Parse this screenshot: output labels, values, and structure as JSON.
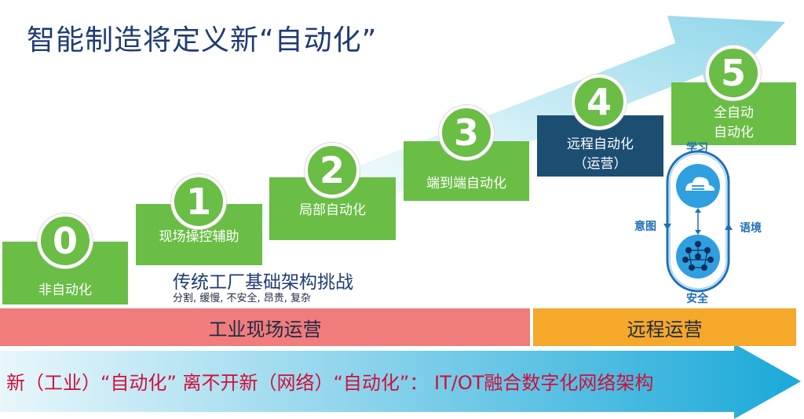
{
  "title": "智能制造将定义新“自动化”",
  "steps": [
    {
      "number": "0",
      "label": "非自动化"
    },
    {
      "number": "1",
      "label": "现场操控辅助"
    },
    {
      "number": "2",
      "label": "局部自动化"
    },
    {
      "number": "3",
      "label": "端到端自动化"
    },
    {
      "number": "4",
      "label": "远程自动化",
      "label2": "（运营）"
    },
    {
      "number": "5",
      "label": "全自动",
      "label2": "自动化"
    }
  ],
  "challenge": {
    "heading": "传统工厂基础架构挑战",
    "detail": "分割, 缓慢, 不安全, 昂贵, 复杂"
  },
  "cycle": {
    "top": "学习",
    "left": "意图",
    "right": "语境",
    "bottom": "安全"
  },
  "bars": {
    "onsite": "工业现场运营",
    "remote": "远程运营"
  },
  "bottom_statement": "新（工业）“自动化” 离不开新（网络）“自动化”： IT/OT融合数字化网络架构",
  "colors": {
    "green": "#6abd45",
    "navy": "#1c4e72",
    "red_bar": "#f07c7c",
    "orange_bar": "#f5a82a",
    "statement": "#d0103a",
    "title": "#1f3b73"
  }
}
